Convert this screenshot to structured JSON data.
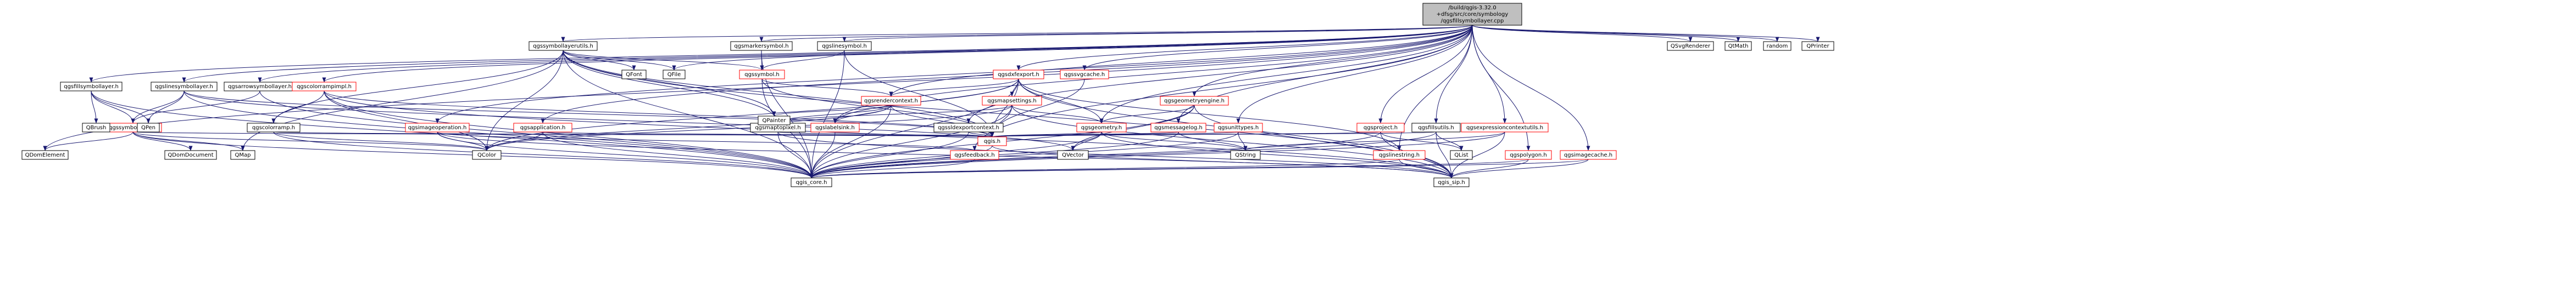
{
  "diagram": {
    "type": "include-dependency-graph",
    "colors": {
      "root_fill": "#bfbfbf",
      "node_fill": "#ffffff",
      "edge": "#191970",
      "border_red": "#ff0000",
      "border_black": "#000000"
    },
    "nodes": [
      {
        "id": "root",
        "lines": [
          "/build/qgis-3.32.0",
          "+dfsg/src/core/symbology",
          "/qgsfillsymbollayer.cpp"
        ],
        "border": "black",
        "root": true
      },
      {
        "id": "qgsfillsymbollayer_h",
        "lines": [
          "qgsfillsymbollayer.h"
        ],
        "border": "black"
      },
      {
        "id": "qgslinesymbollayer_h",
        "lines": [
          "qgslinesymbollayer.h"
        ],
        "border": "black"
      },
      {
        "id": "qgsarrowsymbollayer_h",
        "lines": [
          "qgsarrowsymbollayer.h"
        ],
        "border": "black"
      },
      {
        "id": "qgscolorrampimpl_h",
        "lines": [
          "qgscolorrampimpl.h"
        ],
        "border": "red"
      },
      {
        "id": "qgssymbollayerutils_h",
        "lines": [
          "qgssymbollayerutils.h"
        ],
        "border": "black"
      },
      {
        "id": "qgsmarkersymbol_h",
        "lines": [
          "qgsmarkersymbol.h"
        ],
        "border": "black"
      },
      {
        "id": "qgslinesymbol_h",
        "lines": [
          "qgslinesymbol.h"
        ],
        "border": "black"
      },
      {
        "id": "qgsdxfexport_h",
        "lines": [
          "qgsdxfexport.h"
        ],
        "border": "red"
      },
      {
        "id": "qgssvgcache_h",
        "lines": [
          "qgssvgcache.h"
        ],
        "border": "red"
      },
      {
        "id": "qgsgeometryengine_h",
        "lines": [
          "qgsgeometryengine.h"
        ],
        "border": "red"
      },
      {
        "id": "qgsproject_h",
        "lines": [
          "qgsproject.h"
        ],
        "border": "red"
      },
      {
        "id": "qgsfillsutils_h",
        "lines": [
          "qgsfillsutils.h"
        ],
        "border": "black"
      },
      {
        "id": "qgsexpressioncontextutils_h",
        "lines": [
          "qgsexpressioncontextutils.h"
        ],
        "border": "red"
      },
      {
        "id": "qgsimagecache_h",
        "lines": [
          "qgsimagecache.h"
        ],
        "border": "red"
      },
      {
        "id": "qgssymbollayer_h",
        "lines": [
          "qgssymbollayer.h"
        ],
        "border": "red"
      },
      {
        "id": "qgscolorramp_h",
        "lines": [
          "qgscolorramp.h"
        ],
        "border": "black"
      },
      {
        "id": "qgssymbol_h",
        "lines": [
          "qgssymbol.h"
        ],
        "border": "red"
      },
      {
        "id": "qgsrendercontext_h",
        "lines": [
          "qgsrendercontext.h"
        ],
        "border": "red"
      },
      {
        "id": "qgsmapsettings_h",
        "lines": [
          "qgsmapsettings.h"
        ],
        "border": "red"
      },
      {
        "id": "qgsimageoperation_h",
        "lines": [
          "qgsimageoperation.h"
        ],
        "border": "red"
      },
      {
        "id": "qgsapplication_h",
        "lines": [
          "qgsapplication.h"
        ],
        "border": "red"
      },
      {
        "id": "qgsmaptopixel_h",
        "lines": [
          "qgsmaptopixel.h"
        ],
        "border": "black"
      },
      {
        "id": "qgslabelsink_h",
        "lines": [
          "qgslabelsink.h"
        ],
        "border": "red"
      },
      {
        "id": "qgssldexportcontext_h",
        "lines": [
          "qgssldexportcontext.h"
        ],
        "border": "black"
      },
      {
        "id": "qgsgeometry_h",
        "lines": [
          "qgsgeometry.h"
        ],
        "border": "red"
      },
      {
        "id": "qgsmessagelog_h",
        "lines": [
          "qgsmessagelog.h"
        ],
        "border": "red"
      },
      {
        "id": "qgsunittypes_h",
        "lines": [
          "qgsunittypes.h"
        ],
        "border": "red"
      },
      {
        "id": "qgspolygon_h",
        "lines": [
          "qgspolygon.h"
        ],
        "border": "red"
      },
      {
        "id": "qgsfeedback_h",
        "lines": [
          "qgsfeedback.h"
        ],
        "border": "red"
      },
      {
        "id": "qgslinestring_h",
        "lines": [
          "qgslinestring.h"
        ],
        "border": "red"
      },
      {
        "id": "qgis_h",
        "lines": [
          "qgis.h"
        ],
        "border": "red"
      },
      {
        "id": "qgis_core_h",
        "lines": [
          "qgis_core.h"
        ],
        "border": "black"
      },
      {
        "id": "qgis_sip_h",
        "lines": [
          "qgis_sip.h"
        ],
        "border": "black"
      },
      {
        "id": "QBrush",
        "lines": [
          "QBrush"
        ],
        "border": "black"
      },
      {
        "id": "QPen",
        "lines": [
          "QPen"
        ],
        "border": "black"
      },
      {
        "id": "QFont",
        "lines": [
          "QFont"
        ],
        "border": "black"
      },
      {
        "id": "QFile",
        "lines": [
          "QFile"
        ],
        "border": "black"
      },
      {
        "id": "QPainter",
        "lines": [
          "QPainter"
        ],
        "border": "black"
      },
      {
        "id": "QColor",
        "lines": [
          "QColor"
        ],
        "border": "black"
      },
      {
        "id": "QDomElement",
        "lines": [
          "QDomElement"
        ],
        "border": "black"
      },
      {
        "id": "QDomDocument",
        "lines": [
          "QDomDocument"
        ],
        "border": "black"
      },
      {
        "id": "QMap",
        "lines": [
          "QMap"
        ],
        "border": "black"
      },
      {
        "id": "QVector",
        "lines": [
          "QVector"
        ],
        "border": "black"
      },
      {
        "id": "QString",
        "lines": [
          "QString"
        ],
        "border": "black"
      },
      {
        "id": "QList",
        "lines": [
          "QList"
        ],
        "border": "black"
      },
      {
        "id": "QSvgRenderer",
        "lines": [
          "QSvgRenderer"
        ],
        "border": "black"
      },
      {
        "id": "QtMath",
        "lines": [
          "QtMath"
        ],
        "border": "black"
      },
      {
        "id": "random",
        "lines": [
          "random"
        ],
        "border": "black"
      },
      {
        "id": "QPrinter",
        "lines": [
          "QPrinter"
        ],
        "border": "black"
      }
    ],
    "edges": [
      [
        "root",
        "qgsfillsymbollayer_h"
      ],
      [
        "root",
        "qgslinesymbollayer_h"
      ],
      [
        "root",
        "qgsarrowsymbollayer_h"
      ],
      [
        "root",
        "qgscolorrampimpl_h"
      ],
      [
        "root",
        "qgssymbollayerutils_h"
      ],
      [
        "root",
        "qgsmarkersymbol_h"
      ],
      [
        "root",
        "qgslinesymbol_h"
      ],
      [
        "root",
        "qgsdxfexport_h"
      ],
      [
        "root",
        "qgssvgcache_h"
      ],
      [
        "root",
        "qgsgeometryengine_h"
      ],
      [
        "root",
        "qgsproject_h"
      ],
      [
        "root",
        "qgsfillsutils_h"
      ],
      [
        "root",
        "qgsexpressioncontextutils_h"
      ],
      [
        "root",
        "qgsimagecache_h"
      ],
      [
        "root",
        "qgsrendercontext_h"
      ],
      [
        "root",
        "qgsimageoperation_h"
      ],
      [
        "root",
        "qgsapplication_h"
      ],
      [
        "root",
        "qgssldexportcontext_h"
      ],
      [
        "root",
        "qgsgeometry_h"
      ],
      [
        "root",
        "qgsmessagelog_h"
      ],
      [
        "root",
        "qgsunittypes_h"
      ],
      [
        "root",
        "qgspolygon_h"
      ],
      [
        "root",
        "qgslinestring_h"
      ],
      [
        "root",
        "qgsfeedback_h"
      ],
      [
        "root",
        "qgslabelsink_h"
      ],
      [
        "root",
        "QFile"
      ],
      [
        "root",
        "QDomElement"
      ],
      [
        "root",
        "QSvgRenderer"
      ],
      [
        "root",
        "QtMath"
      ],
      [
        "root",
        "random"
      ],
      [
        "root",
        "QPrinter"
      ],
      [
        "qgsfillsymbollayer_h",
        "QBrush"
      ],
      [
        "qgsfillsymbollayer_h",
        "QPen"
      ],
      [
        "qgsfillsymbollayer_h",
        "qgssymbollayer_h"
      ],
      [
        "qgsfillsymbollayer_h",
        "qgis_core_h"
      ],
      [
        "qgslinesymbollayer_h",
        "qgssymbollayer_h"
      ],
      [
        "qgslinesymbollayer_h",
        "QPen"
      ],
      [
        "qgslinesymbollayer_h",
        "qgis_core_h"
      ],
      [
        "qgslinesymbollayer_h",
        "qgis_h"
      ],
      [
        "qgslinesymbollayer_h",
        "QVector"
      ],
      [
        "qgsarrowsymbollayer_h",
        "qgssymbollayer_h"
      ],
      [
        "qgsarrowsymbollayer_h",
        "qgis_core_h"
      ],
      [
        "qgscolorrampimpl_h",
        "qgscolorramp_h"
      ],
      [
        "qgscolorrampimpl_h",
        "QColor"
      ],
      [
        "qgscolorrampimpl_h",
        "qgis_core_h"
      ],
      [
        "qgscolorrampimpl_h",
        "qgis_h"
      ],
      [
        "qgscolorrampimpl_h",
        "qgis_sip_h"
      ],
      [
        "qgssymbollayerutils_h",
        "QFont"
      ],
      [
        "qgssymbollayerutils_h",
        "QFile"
      ],
      [
        "qgssymbollayerutils_h",
        "QMap"
      ],
      [
        "qgssymbollayerutils_h",
        "QColor"
      ],
      [
        "qgssymbollayerutils_h",
        "QPainter"
      ],
      [
        "qgssymbollayerutils_h",
        "qgssymbol_h"
      ],
      [
        "qgssymbollayerutils_h",
        "qgscolorramp_h"
      ],
      [
        "qgssymbollayerutils_h",
        "qgis_core_h"
      ],
      [
        "qgssymbollayerutils_h",
        "qgis_h"
      ],
      [
        "qgssymbollayerutils_h",
        "qgsmaptopixel_h"
      ],
      [
        "qgssymbollayerutils_h",
        "qgis_sip_h"
      ],
      [
        "qgsmarkersymbol_h",
        "qgssymbol_h"
      ],
      [
        "qgsmarkersymbol_h",
        "qgis_core_h"
      ],
      [
        "qgslinesymbol_h",
        "qgssymbol_h"
      ],
      [
        "qgslinesymbol_h",
        "qgis_core_h"
      ],
      [
        "qgslinesymbol_h",
        "qgis_h"
      ],
      [
        "qgsdxfexport_h",
        "qgsrendercontext_h"
      ],
      [
        "qgsdxfexport_h",
        "qgsmapsettings_h"
      ],
      [
        "qgsdxfexport_h",
        "qgslabelsink_h"
      ],
      [
        "qgsdxfexport_h",
        "QColor"
      ],
      [
        "qgsdxfexport_h",
        "qgis_core_h"
      ],
      [
        "qgsdxfexport_h",
        "qgsgeometry_h"
      ],
      [
        "qgsdxfexport_h",
        "qgis_h"
      ],
      [
        "qgsdxfexport_h",
        "qgslinestring_h"
      ],
      [
        "qgsdxfexport_h",
        "qgis_sip_h"
      ],
      [
        "qgssvgcache_h",
        "qgis_h"
      ],
      [
        "qgsgeometryengine_h",
        "qgsgeometry_h"
      ],
      [
        "qgsgeometryengine_h",
        "QVector"
      ],
      [
        "qgsgeometryengine_h",
        "qgis_core_h"
      ],
      [
        "qgsgeometryengine_h",
        "qgis_sip_h"
      ],
      [
        "qgsproject_h",
        "qgis_h"
      ],
      [
        "qgsproject_h",
        "QList"
      ],
      [
        "qgsproject_h",
        "qgis_core_h"
      ],
      [
        "qgsproject_h",
        "qgis_sip_h"
      ],
      [
        "qgsfillsutils_h",
        "qgis_h"
      ],
      [
        "qgsfillsutils_h",
        "QList"
      ],
      [
        "qgsfillsutils_h",
        "qgis_core_h"
      ],
      [
        "qgsfillsutils_h",
        "qgis_sip_h"
      ],
      [
        "qgsexpressioncontextutils_h",
        "qgis_core_h"
      ],
      [
        "qgsexpressioncontextutils_h",
        "qgis_sip_h"
      ],
      [
        "qgsexpressioncontextutils_h",
        "QString"
      ],
      [
        "qgsimagecache_h",
        "qgis_core_h"
      ],
      [
        "qgsimagecache_h",
        "qgis_sip_h"
      ],
      [
        "qgssymbollayer_h",
        "QColor"
      ],
      [
        "qgssymbollayer_h",
        "QMap"
      ],
      [
        "qgssymbollayer_h",
        "QDomDocument"
      ],
      [
        "qgssymbollayer_h",
        "QDomElement"
      ],
      [
        "qgssymbollayer_h",
        "qgis_core_h"
      ],
      [
        "qgssymbollayer_h",
        "qgis_h"
      ],
      [
        "qgscolorramp_h",
        "QColor"
      ],
      [
        "qgscolorramp_h",
        "qgis_core_h"
      ],
      [
        "qgscolorramp_h",
        "qgis_h"
      ],
      [
        "qgssymbol_h",
        "qgsrendercontext_h"
      ],
      [
        "qgssymbol_h",
        "qgis_core_h"
      ],
      [
        "qgssymbol_h",
        "qgis_h"
      ],
      [
        "qgsrendercontext_h",
        "QColor"
      ],
      [
        "qgsrendercontext_h",
        "QPainter"
      ],
      [
        "qgsrendercontext_h",
        "qgsmaptopixel_h"
      ],
      [
        "qgsrendercontext_h",
        "qgslabelsink_h"
      ],
      [
        "qgsrendercontext_h",
        "qgis_core_h"
      ],
      [
        "qgsrendercontext_h",
        "qgis_h"
      ],
      [
        "qgsmapsettings_h",
        "QColor"
      ],
      [
        "qgsmapsettings_h",
        "qgsgeometry_h"
      ],
      [
        "qgsmapsettings_h",
        "qgis_core_h"
      ],
      [
        "qgsmapsettings_h",
        "qgis_h"
      ],
      [
        "qgsmapsettings_h",
        "qgsmaptopixel_h"
      ],
      [
        "qgsmapsettings_h",
        "qgis_sip_h"
      ],
      [
        "qgsimageoperation_h",
        "QColor"
      ],
      [
        "qgsimageoperation_h",
        "qgis_core_h"
      ],
      [
        "qgsimageoperation_h",
        "qgsfeedback_h"
      ],
      [
        "qgsimageoperation_h",
        "qgis_sip_h"
      ],
      [
        "qgsapplication_h",
        "QColor"
      ],
      [
        "qgsapplication_h",
        "qgis_core_h"
      ],
      [
        "qgsapplication_h",
        "qgis_h"
      ],
      [
        "qgsmaptopixel_h",
        "qgis_core_h"
      ],
      [
        "qgsmaptopixel_h",
        "qgis_h"
      ],
      [
        "qgsmaptopixel_h",
        "qgis_sip_h"
      ],
      [
        "qgslabelsink_h",
        "qgis_core_h"
      ],
      [
        "qgssldexportcontext_h",
        "qgis_core_h"
      ],
      [
        "qgssldexportcontext_h",
        "qgis_h"
      ],
      [
        "qgsgeometry_h",
        "QVector"
      ],
      [
        "qgsgeometry_h",
        "qgis_core_h"
      ],
      [
        "qgsgeometry_h",
        "qgis_h"
      ],
      [
        "qgsgeometry_h",
        "QString"
      ],
      [
        "qgsgeometry_h",
        "qgis_sip_h"
      ],
      [
        "qgsmessagelog_h",
        "qgis_core_h"
      ],
      [
        "qgsmessagelog_h",
        "qgis_h"
      ],
      [
        "qgsmessagelog_h",
        "QString"
      ],
      [
        "qgsunittypes_h",
        "qgis_core_h"
      ],
      [
        "qgsunittypes_h",
        "qgis_h"
      ],
      [
        "qgsunittypes_h",
        "QString"
      ],
      [
        "qgspolygon_h",
        "qgis_core_h"
      ],
      [
        "qgspolygon_h",
        "qgis_sip_h"
      ],
      [
        "qgsfeedback_h",
        "qgis_core_h"
      ],
      [
        "qgslinestring_h",
        "qgis_core_h"
      ],
      [
        "qgslinestring_h",
        "qgis_sip_h"
      ],
      [
        "qgis_h",
        "qgis_core_h"
      ],
      [
        "qgis_h",
        "qgis_sip_h"
      ]
    ]
  }
}
